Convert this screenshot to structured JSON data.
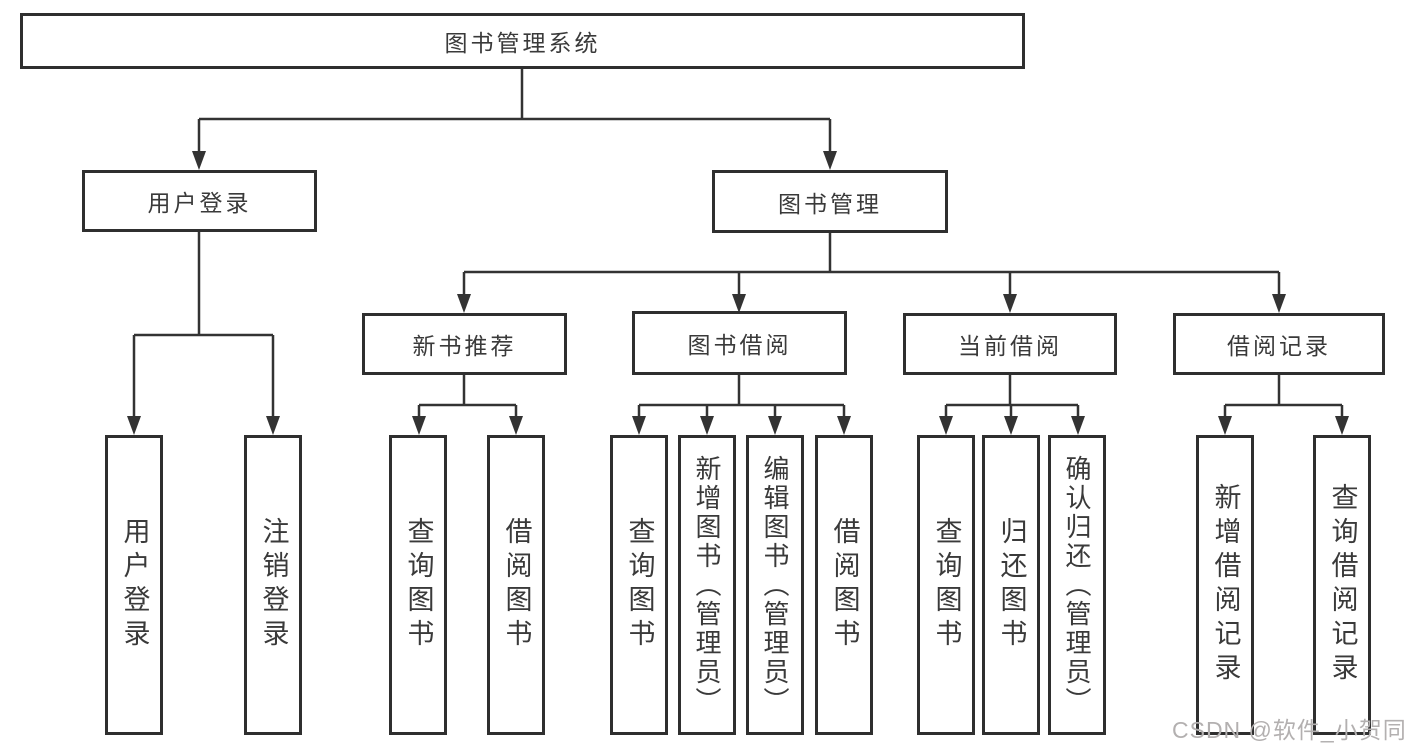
{
  "root": {
    "label": "图书管理系统"
  },
  "level2": {
    "user_login": {
      "label": "用户登录"
    },
    "book_management": {
      "label": "图书管理"
    }
  },
  "level3": {
    "new_book_recommend": {
      "label": "新书推荐"
    },
    "book_borrow": {
      "label": "图书借阅"
    },
    "current_borrow": {
      "label": "当前借阅"
    },
    "borrow_records": {
      "label": "借阅记录"
    }
  },
  "leaves": {
    "login": "用户登录",
    "logout": "注销登录",
    "rec_query": "查询图书",
    "rec_borrow": "借阅图书",
    "bor_query": "查询图书",
    "bor_add": "新增图书（管理员）",
    "bor_edit": "编辑图书（管理员）",
    "bor_borrow": "借阅图书",
    "cur_query": "查询图书",
    "cur_return": "归还图书",
    "cur_confirm": "确认归还（管理员）",
    "record_add": "新增借阅记录",
    "record_query": "查询借阅记录"
  },
  "watermark": "CSDN @软件_小贺同学",
  "colors": {
    "background": "#ffffff",
    "box_border": "#2f2f2f",
    "line": "#333333",
    "text": "#3a3a3a",
    "watermark": "#b3b0b0"
  }
}
